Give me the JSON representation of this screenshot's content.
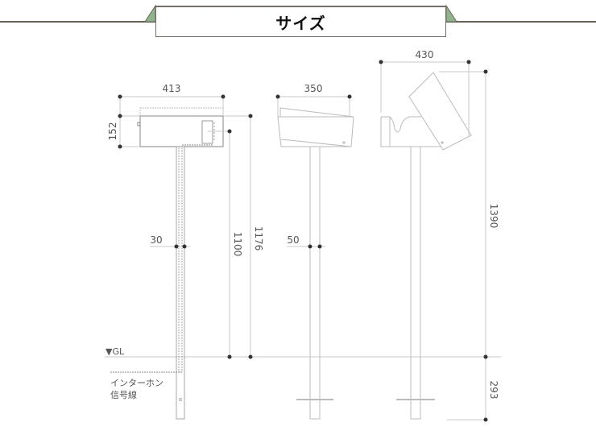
{
  "header": {
    "title": "サイズ",
    "accent_color": "#8fb58c",
    "line_color": "#6b6358"
  },
  "drawing": {
    "front_view": {
      "width_label": "413",
      "height_label": "152",
      "pole_width_label": "30",
      "box_height_label": "1100",
      "total_height_label": "1176"
    },
    "side_view": {
      "width_label": "350",
      "pole_width_label": "50"
    },
    "open_view": {
      "width_label": "430",
      "total_height_label": "1390",
      "embed_depth_label": "293"
    },
    "ground_label": "▼GL",
    "cable_label_line1": "インターホン",
    "cable_label_line2": "信号線"
  }
}
